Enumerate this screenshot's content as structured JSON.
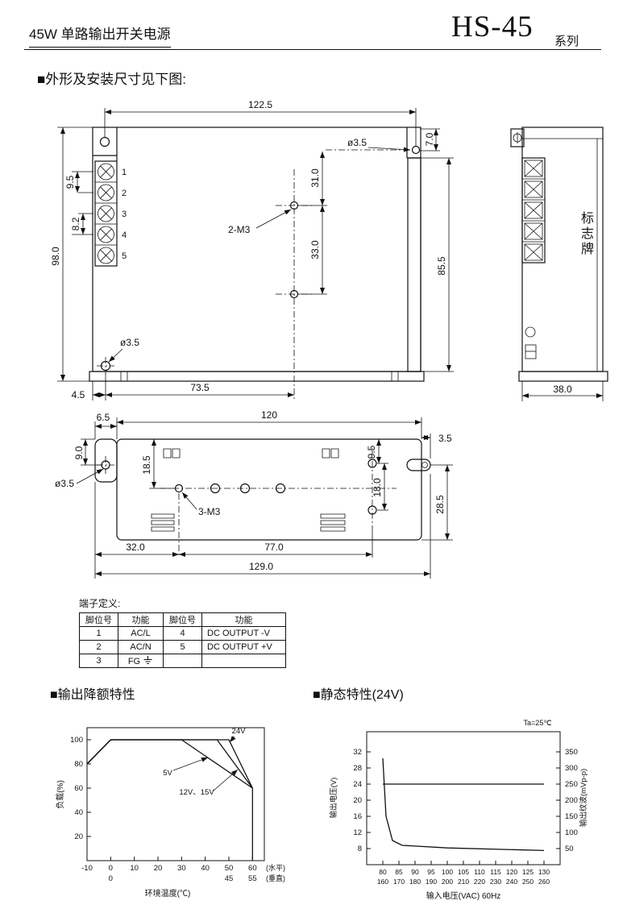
{
  "header": {
    "product_title": "45W 单路输出开关电源",
    "series_code": "HS-45",
    "series_label": "系列"
  },
  "section_titles": {
    "outline": "■外形及安装尺寸见下图:",
    "derating": "■输出降额特性",
    "static": "■静态特性(24V)"
  },
  "front_view": {
    "dim_width_top": "122.5",
    "dim_ear_offset": "7.0",
    "hole_top_label": "ø3.5",
    "dim_m3_top": "31.0",
    "dim_m3_gap": "33.0",
    "m3_label": "2-M3",
    "dim_pitch_a": "9.5",
    "dim_pitch_b": "8.2",
    "dim_height_overall": "98.0",
    "dim_height_right": "85.5",
    "hole_bottom_label": "ø3.5",
    "dim_hole_offset": "4.5",
    "dim_hole_to_m3": "73.5",
    "terminal_numbers": [
      "1",
      "2",
      "3",
      "4",
      "5"
    ]
  },
  "side_view": {
    "nameplate": "标志牌",
    "dim_depth": "38.0"
  },
  "bottom_view": {
    "dim_ear": "6.5",
    "dim_body_width": "120",
    "dim_hole_top": "9.0",
    "hole_label": "ø3.5",
    "dim_m3_row": "18.5",
    "m3_label": "3-M3",
    "dim_right_hole_top": "9.5",
    "dim_right_hole_gap": "18.0",
    "dim_tab": "3.5",
    "dim_tab_height": "28.5",
    "dim_left_span": "32.0",
    "dim_mid_span": "77.0",
    "dim_overall": "129.0"
  },
  "terminal_table": {
    "title": "端子定义:",
    "headers": [
      "脚位号",
      "功能",
      "脚位号",
      "功能"
    ],
    "rows": [
      [
        "1",
        "AC/L",
        "4",
        "DC OUTPUT -V"
      ],
      [
        "2",
        "AC/N",
        "5",
        "DC OUTPUT +V"
      ],
      [
        "3",
        "FG",
        "",
        ""
      ]
    ]
  },
  "chart_data": [
    {
      "type": "line",
      "title": "输出降额特性",
      "xlabel": "环境温度(℃)",
      "ylabel": "负载(%)",
      "xlim": [
        -10,
        65
      ],
      "ylim": [
        0,
        110
      ],
      "xticks": [
        "-10",
        "0",
        "10",
        "20",
        "30",
        "40",
        "50",
        "60"
      ],
      "xtick_values": [
        -10,
        0,
        10,
        20,
        30,
        40,
        50,
        60
      ],
      "xticks_row2": [
        {
          "value": 0,
          "label": "0"
        },
        {
          "value": 50,
          "label": "45"
        },
        {
          "value": 60,
          "label": "55"
        }
      ],
      "row_notes": [
        "(水平)",
        "(垂直)"
      ],
      "yticks": [
        20,
        40,
        60,
        80,
        100
      ],
      "legend_position": "inline-labels",
      "grid": false,
      "series": [
        {
          "name": "24V",
          "points": [
            [
              -10,
              80
            ],
            [
              0,
              100
            ],
            [
              50,
              100
            ],
            [
              60,
              60
            ]
          ]
        },
        {
          "name": "12V、15V",
          "points": [
            [
              -10,
              80
            ],
            [
              0,
              100
            ],
            [
              45,
              100
            ],
            [
              60,
              60
            ]
          ]
        },
        {
          "name": "5V",
          "points": [
            [
              -10,
              80
            ],
            [
              0,
              100
            ],
            [
              30,
              100
            ],
            [
              60,
              60
            ]
          ]
        }
      ],
      "cutoff_line": [
        [
          60,
          60
        ],
        [
          60,
          0
        ]
      ]
    },
    {
      "type": "line",
      "title": "静态特性(24V)",
      "annotation": "Ta=25℃",
      "xlabel": "输入电压(VAC) 60Hz",
      "ylabel_left": "输出电压(V)",
      "ylabel_right": "输出纹波(mVp-p)",
      "xlim": [
        75,
        135
      ],
      "ylim_left": [
        4,
        36
      ],
      "xticks_row1": [
        80,
        85,
        90,
        95,
        100,
        105,
        110,
        115,
        120,
        125,
        130
      ],
      "xticks_row2": [
        160,
        170,
        180,
        190,
        200,
        210,
        220,
        230,
        240,
        250,
        260
      ],
      "yticks_left": [
        8,
        12,
        16,
        20,
        24,
        28,
        32
      ],
      "yticks_right": [
        50,
        100,
        150,
        200,
        250,
        300,
        350
      ],
      "grid": false,
      "series": [
        {
          "name": "输出电压",
          "axis": "left",
          "points": [
            [
              80,
              24
            ],
            [
              130,
              24
            ]
          ]
        },
        {
          "name": "输出纹波",
          "axis": "right",
          "points": [
            [
              80,
              330
            ],
            [
              81,
              150
            ],
            [
              83,
              75
            ],
            [
              86,
              60
            ],
            [
              100,
              52
            ],
            [
              130,
              44
            ]
          ]
        }
      ]
    }
  ]
}
